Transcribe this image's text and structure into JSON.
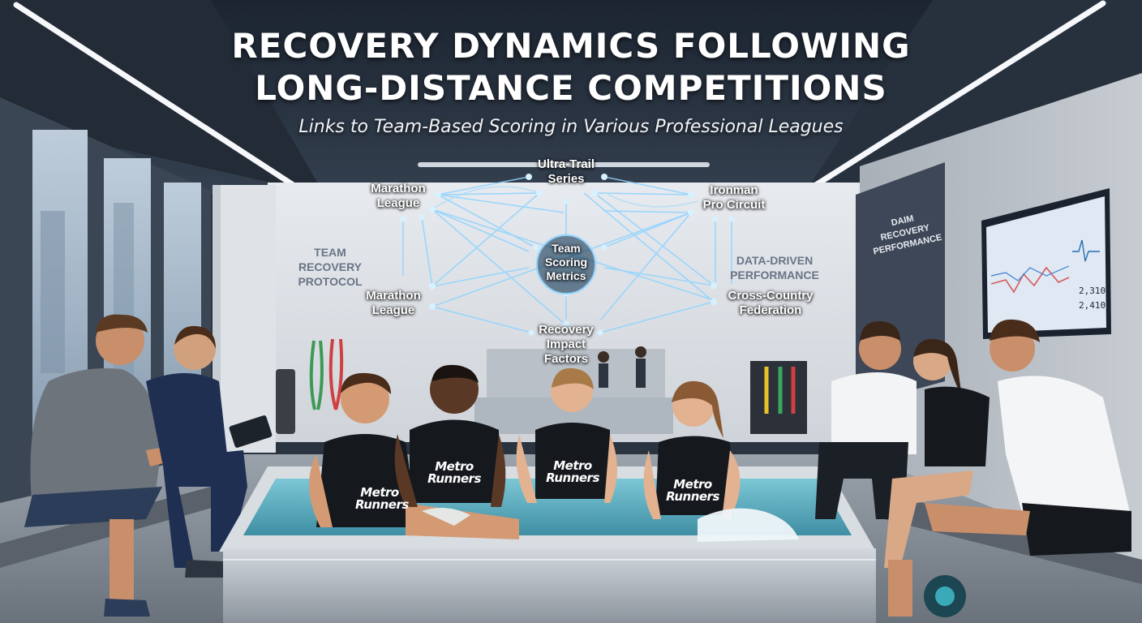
{
  "title": {
    "line1": "RECOVERY DYNAMICS FOLLOWING",
    "line2": "LONG-DISTANCE COMPETITIONS",
    "subtitle": "Links to Team-Based Scoring in Various Professional Leagues"
  },
  "network": {
    "center": {
      "line1": "Team",
      "line2": "Scoring",
      "line3": "Metrics"
    },
    "nodes": [
      {
        "id": "ultra-trail",
        "line1": "Ultra-Trail",
        "line2": "Series"
      },
      {
        "id": "ironman",
        "line1": "Ironman",
        "line2": "Pro Circuit"
      },
      {
        "id": "marathon-top",
        "line1": "Marathon",
        "line2": "League"
      },
      {
        "id": "marathon-bottom",
        "line1": "Marathon",
        "line2": "League"
      },
      {
        "id": "cross-country",
        "line1": "Cross-Country",
        "line2": "Federation"
      },
      {
        "id": "recovery-impact",
        "line1": "Recovery",
        "line2": "Impact",
        "line3": "Factors"
      }
    ],
    "accent_color": "#8fd3ff"
  },
  "wall": {
    "left_sign": {
      "line1": "TEAM",
      "line2": "RECOVERY",
      "line3": "PROTOCOL"
    },
    "right_sign": {
      "line1": "DATA-DRIVEN",
      "line2": "PERFORMANCE"
    },
    "panel_sign": {
      "line1": "DAIM RECOVERY",
      "line2": "PERFORMANCE"
    }
  },
  "monitor": {
    "value1": "2,310",
    "value2": "2,410"
  },
  "jerseys": {
    "line1": "Metro",
    "line2": "Runners"
  },
  "colors": {
    "ceiling": "#1e2733",
    "wall": "#d9dde3",
    "water": "#5fb5c8",
    "tub": "#b8c0c8"
  }
}
